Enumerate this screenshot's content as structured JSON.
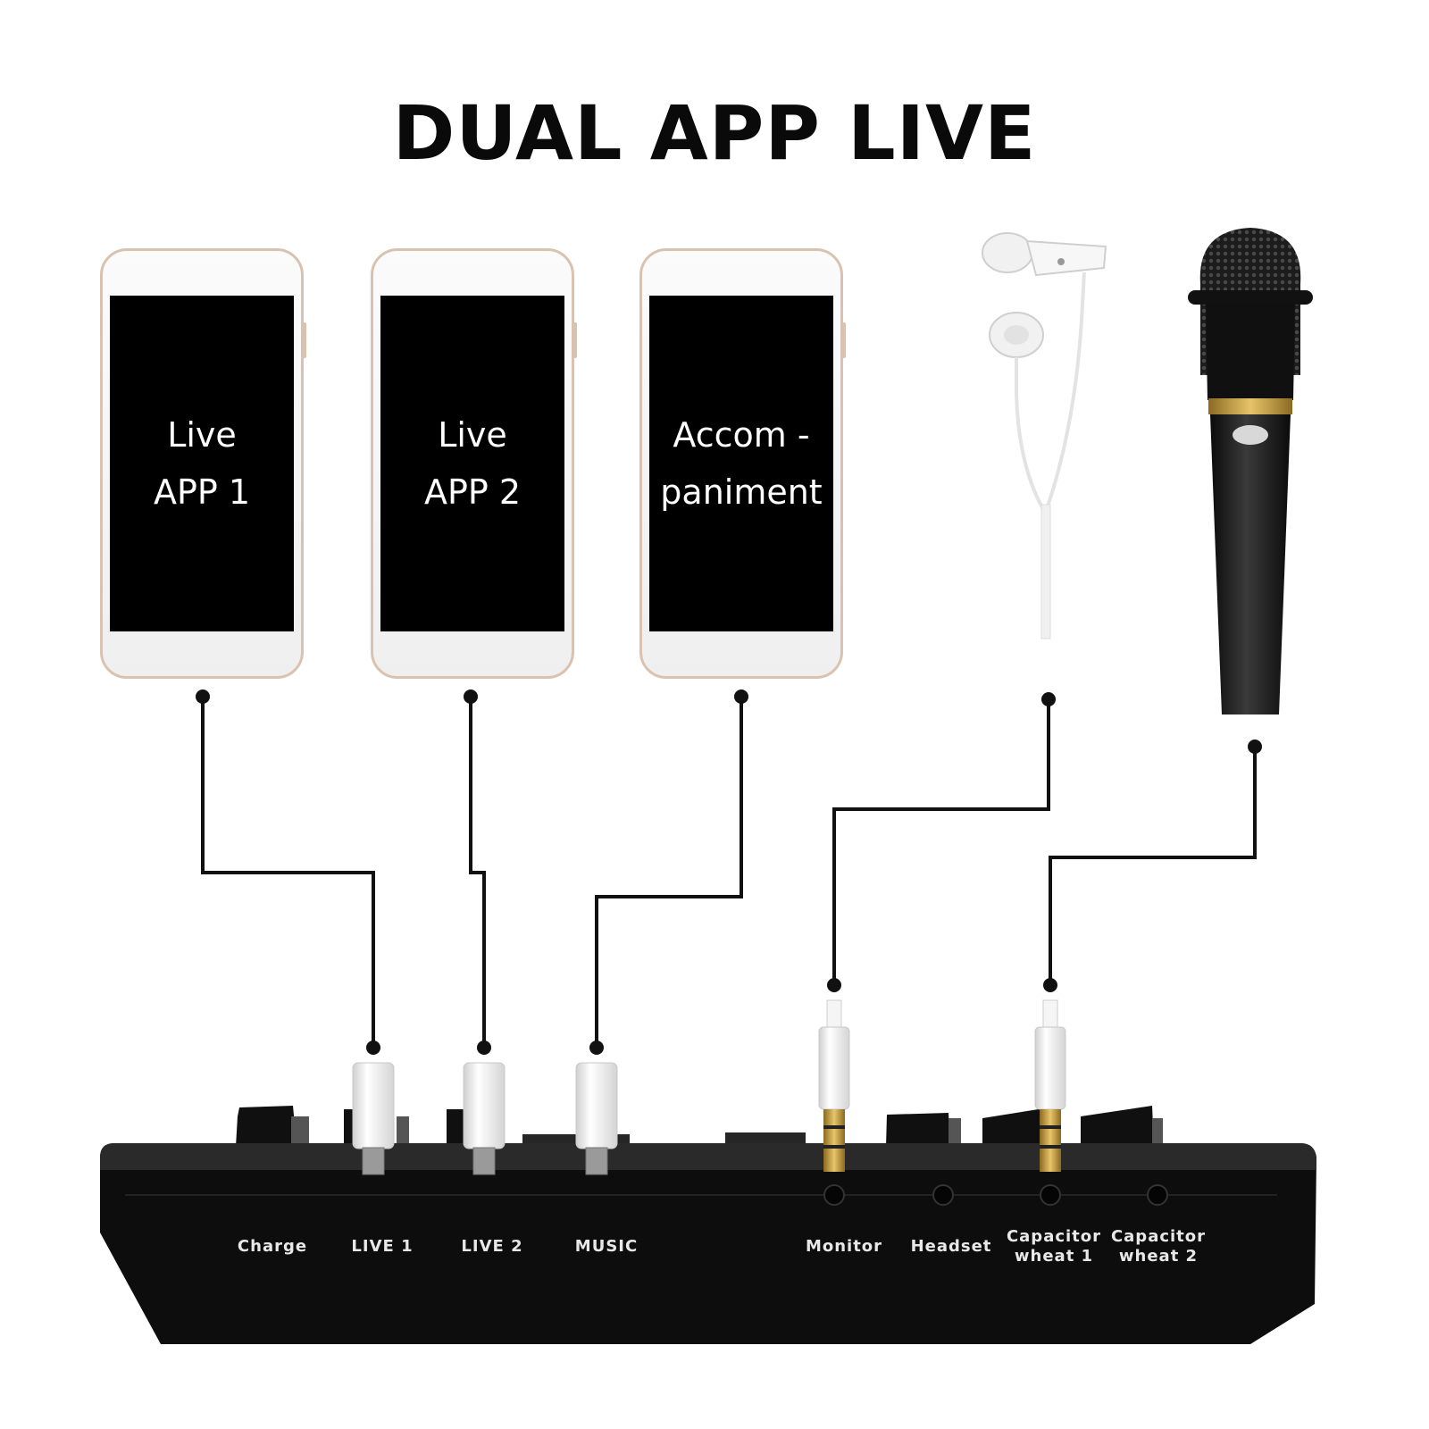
{
  "title": "DUAL APP LIVE",
  "phones": [
    {
      "line1": "Live",
      "line2": "APP 1"
    },
    {
      "line1": "Live",
      "line2": "APP 2"
    },
    {
      "line1": "Accom -",
      "line2": "paniment"
    }
  ],
  "ports": [
    {
      "label": "Charge",
      "label2": ""
    },
    {
      "label": "LIVE 1",
      "label2": ""
    },
    {
      "label": "LIVE 2",
      "label2": ""
    },
    {
      "label": "MUSIC",
      "label2": ""
    },
    {
      "label": "Monitor",
      "label2": ""
    },
    {
      "label": "Headset",
      "label2": ""
    },
    {
      "label": "Capacitor",
      "label2": "wheat 1"
    },
    {
      "label": "Capacitor",
      "label2": "wheat 2"
    }
  ],
  "colors": {
    "panel": "#0d0d0d",
    "wire": "#111111",
    "gold": "#c9a34a"
  }
}
